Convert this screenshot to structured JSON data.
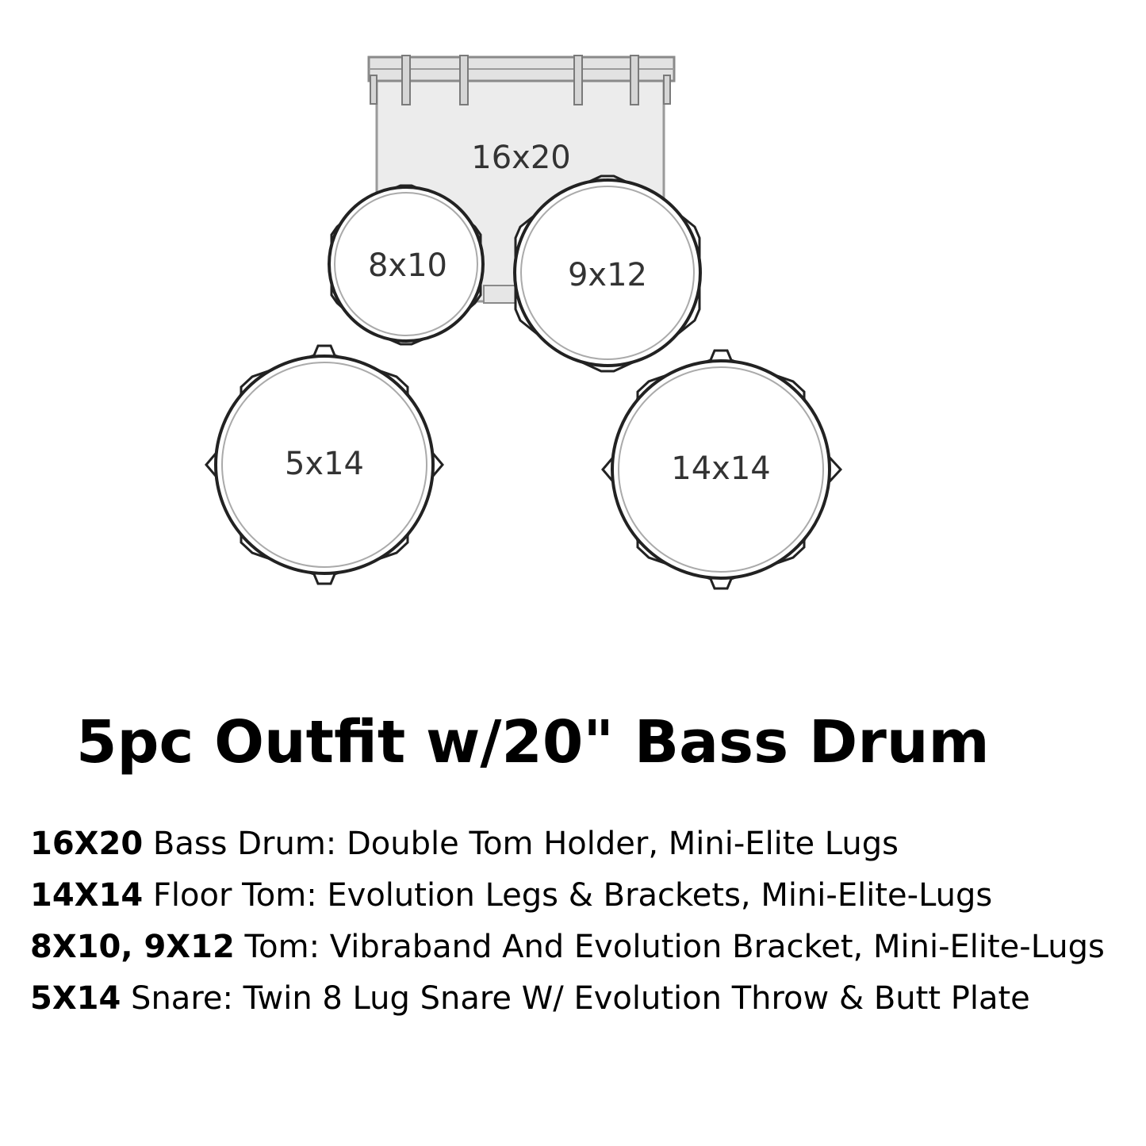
{
  "drums": {
    "bass": "16x20",
    "tom_small": "8x10",
    "tom_large": "9x12",
    "snare": "5x14",
    "floor_tom": "14x14"
  },
  "title": "5pc Outfit w/20\" Bass Drum",
  "specs": [
    {
      "size": "16X20",
      "text": " Bass Drum: Double Tom Holder, Mini-Elite Lugs"
    },
    {
      "size": "14X14",
      "text": " Floor Tom: Evolution Legs & Brackets, Mini-Elite-Lugs"
    },
    {
      "size": "8X10, 9X12",
      "text": " Tom: Vibraband And Evolution Bracket, Mini-Elite-Lugs"
    },
    {
      "size": "5X14",
      "text": " Snare: Twin 8 Lug Snare W/ Evolution Throw & Butt Plate"
    }
  ]
}
